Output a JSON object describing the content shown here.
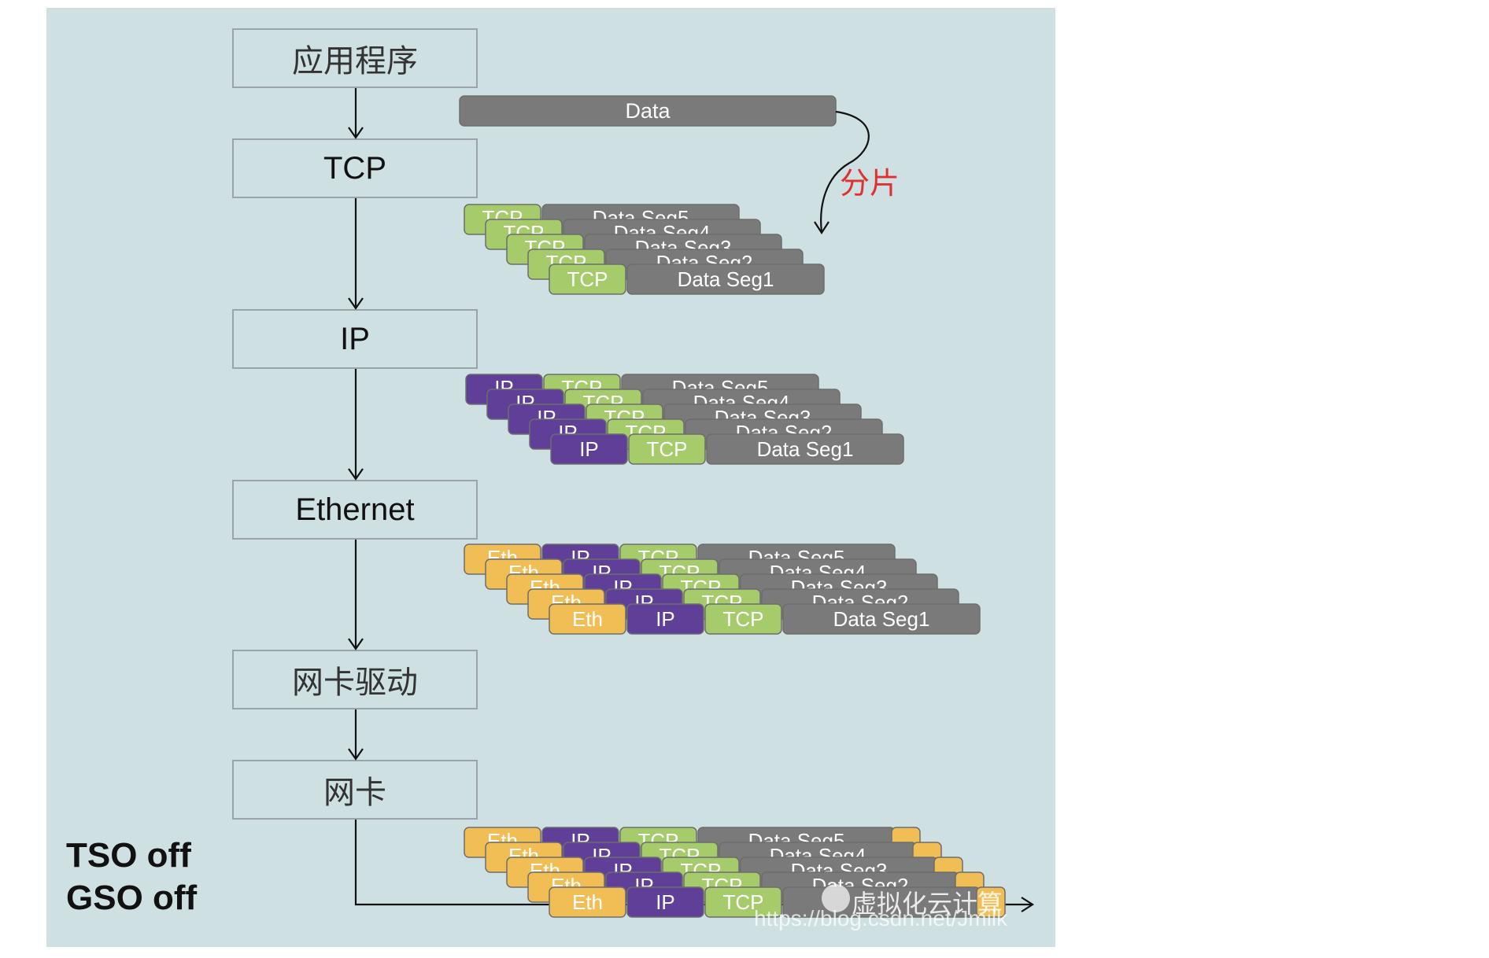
{
  "stack": {
    "layers": [
      "应用程序",
      "TCP",
      "IP",
      "Ethernet",
      "网卡驱动",
      "网卡"
    ]
  },
  "data_bar": {
    "label": "Data"
  },
  "split_label": "分片",
  "groups": [
    {
      "fields": [
        "TCP"
      ],
      "visible_segment": "Data Seg1",
      "back_labels": [
        "TCP",
        "Data Seg5",
        "Data Seg4",
        "Data Seg3",
        "Data Seg2"
      ]
    },
    {
      "fields": [
        "IP",
        "TCP"
      ],
      "visible_segment": "Data Seg1",
      "back_labels": [
        "IP",
        "TCP",
        "Data Seg5",
        "Data Seg4",
        "Data Seg3",
        "Data Seg2"
      ]
    },
    {
      "fields": [
        "Eth",
        "IP",
        "TCP"
      ],
      "visible_segment": "Data Seg1",
      "back_labels": [
        "Eth",
        "IP",
        "TCP",
        "Data Seg5",
        "Data Seg4",
        "Data Seg3",
        "Data Seg2"
      ]
    },
    {
      "fields": [
        "Eth",
        "IP",
        "TCP"
      ],
      "visible_segment": "",
      "back_labels": [
        "Eth",
        "IP",
        "TCP",
        "Data Seg5",
        "Data Seg4",
        "Data Seg3",
        "Data Seg2"
      ]
    }
  ],
  "mode": {
    "line1": "TSO off",
    "line2": "GSO off"
  },
  "watermark": {
    "brand": "虚拟化云计算",
    "url": "https://blog.csdn.net/Jmilk"
  },
  "colors": {
    "panel": "#cfe0e3",
    "data": "#7a7a7a",
    "tcp": "#a6cb6b",
    "ip": "#5f3f97",
    "eth": "#f0be55",
    "split_text": "#e03030",
    "arrow": "#111111"
  }
}
